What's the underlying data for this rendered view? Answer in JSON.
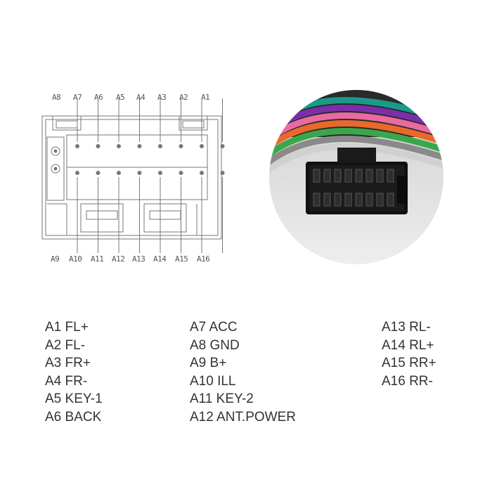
{
  "diagram": {
    "top_pins": [
      "A8",
      "A7",
      "A6",
      "A5",
      "A4",
      "A3",
      "A2",
      "A1"
    ],
    "bottom_pins": [
      "A9",
      "A10",
      "A11",
      "A12",
      "A13",
      "A14",
      "A15",
      "A16"
    ]
  },
  "photo": {
    "wire_colors": [
      "#1a9a8a",
      "#7a2fa8",
      "#e86aa0",
      "#e8692a",
      "#3aa84a",
      "#8a8a8a",
      "#d0d0d0"
    ]
  },
  "pinout": {
    "col1": [
      "A1 FL+",
      "A2 FL-",
      "A3 FR+",
      "A4 FR-",
      "A5 KEY-1",
      "A6 BACK"
    ],
    "col2": [
      "A7 ACC",
      "A8 GND",
      "A9 B+",
      "A10 ILL",
      "A11 KEY-2",
      "A12 ANT.POWER"
    ],
    "col3": [
      "A13 RL-",
      "A14 RL+",
      "A15 RR+",
      "A16 RR-"
    ]
  }
}
